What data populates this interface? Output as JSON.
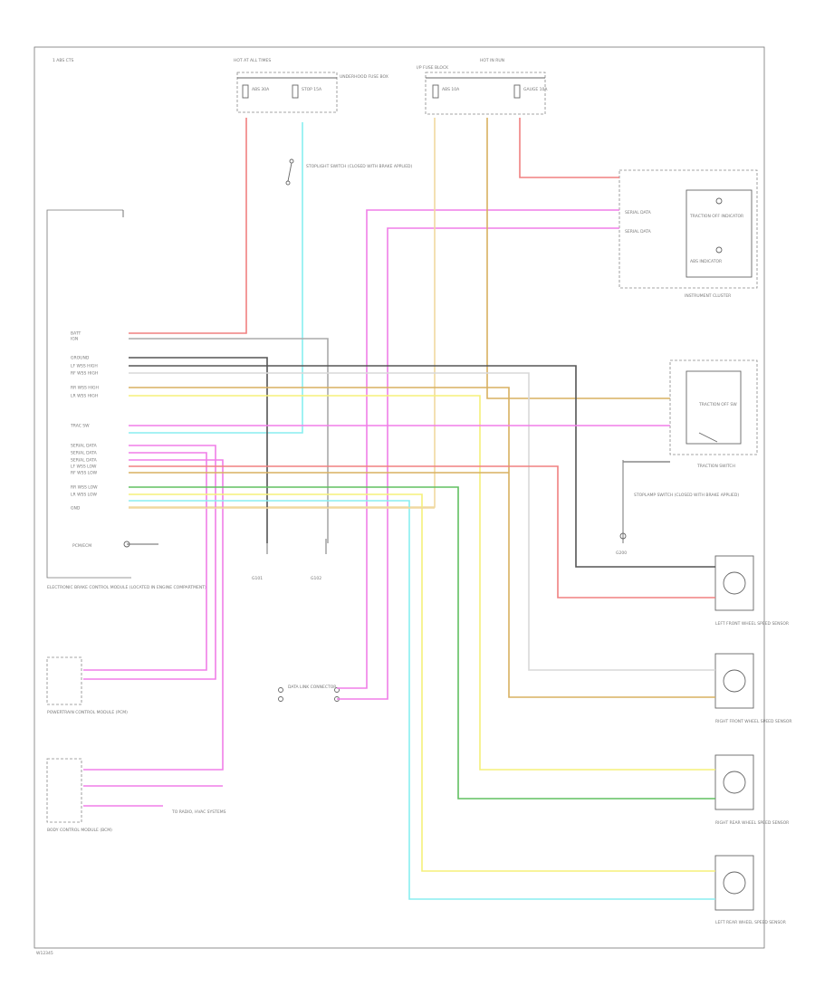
{
  "diagram": {
    "title": "1 ABS CTS",
    "footer_code": "W12345",
    "colors": {
      "red": "#f08080",
      "pink": "#f07ee8",
      "tan": "#f0d8a0",
      "orange_brown": "#d8b060",
      "cyan": "#88eef0",
      "yellow": "#f5f07a",
      "green": "#60c060",
      "dark_gray": "#555555",
      "gray": "#888888",
      "light_gray": "#d0d0d0"
    },
    "components": {
      "fuse_block_left": {
        "title": "HOT AT ALL TIMES",
        "sub": "UNDERHOOD FUSE BOX",
        "fuse1": "ABS 30A",
        "fuse2": "STOP 15A"
      },
      "fuse_block_right": {
        "title": "HOT IN RUN",
        "sub": "I/P FUSE BLOCK",
        "fuse1": "ABS 10A",
        "fuse2": "GAUGE 10A"
      },
      "stoplight_switch": "STOPLIGHT SWITCH (CLOSED WITH BRAKE APPLIED)",
      "ebcm": "ELECTRONIC BRAKE CONTROL MODULE (LOCATED IN ENGINE COMPARTMENT)",
      "ebcm_ground": "PCM/ECM",
      "ebcm_pins": [
        "BATT",
        "IGN",
        "GROUND",
        "LF WSS HIGH",
        "RF WSS HIGH",
        "RR WSS HIGH",
        "LR WSS HIGH",
        "TRAC SW",
        "SERIAL DATA",
        "SERIAL DATA",
        "SERIAL DATA",
        "LF WSS LOW",
        "RF WSS LOW",
        "RR WSS LOW",
        "LR WSS LOW",
        "GND"
      ],
      "instrument_cluster": {
        "name": "INSTRUMENT CLUSTER",
        "items": [
          "SERIAL DATA",
          "SERIAL DATA",
          "TRACTION OFF INDICATOR",
          "ABS INDICATOR"
        ]
      },
      "traction_switch": {
        "name": "TRACTION SWITCH",
        "inner": "TRACTION OFF SW"
      },
      "stoplamp_switch2": "STOPLAMP SWITCH (CLOSED WITH BRAKE APPLIED)",
      "ground_left": "G101",
      "ground_right": "G102",
      "ground_bottom": "G200",
      "data_link_connector": "DATA LINK CONNECTOR",
      "powertrain_module": "POWERTRAIN CONTROL MODULE (PCM)",
      "body_module": "BODY CONTROL MODULE (BCM)",
      "radio_note": "TO RADIO, HVAC SYSTEMS",
      "left_front_sensor": "LEFT FRONT WHEEL SPEED SENSOR",
      "right_front_sensor": "RIGHT FRONT WHEEL SPEED SENSOR",
      "right_rear_sensor": "RIGHT REAR WHEEL SPEED SENSOR",
      "left_rear_sensor": "LEFT REAR WHEEL SPEED SENSOR"
    }
  }
}
